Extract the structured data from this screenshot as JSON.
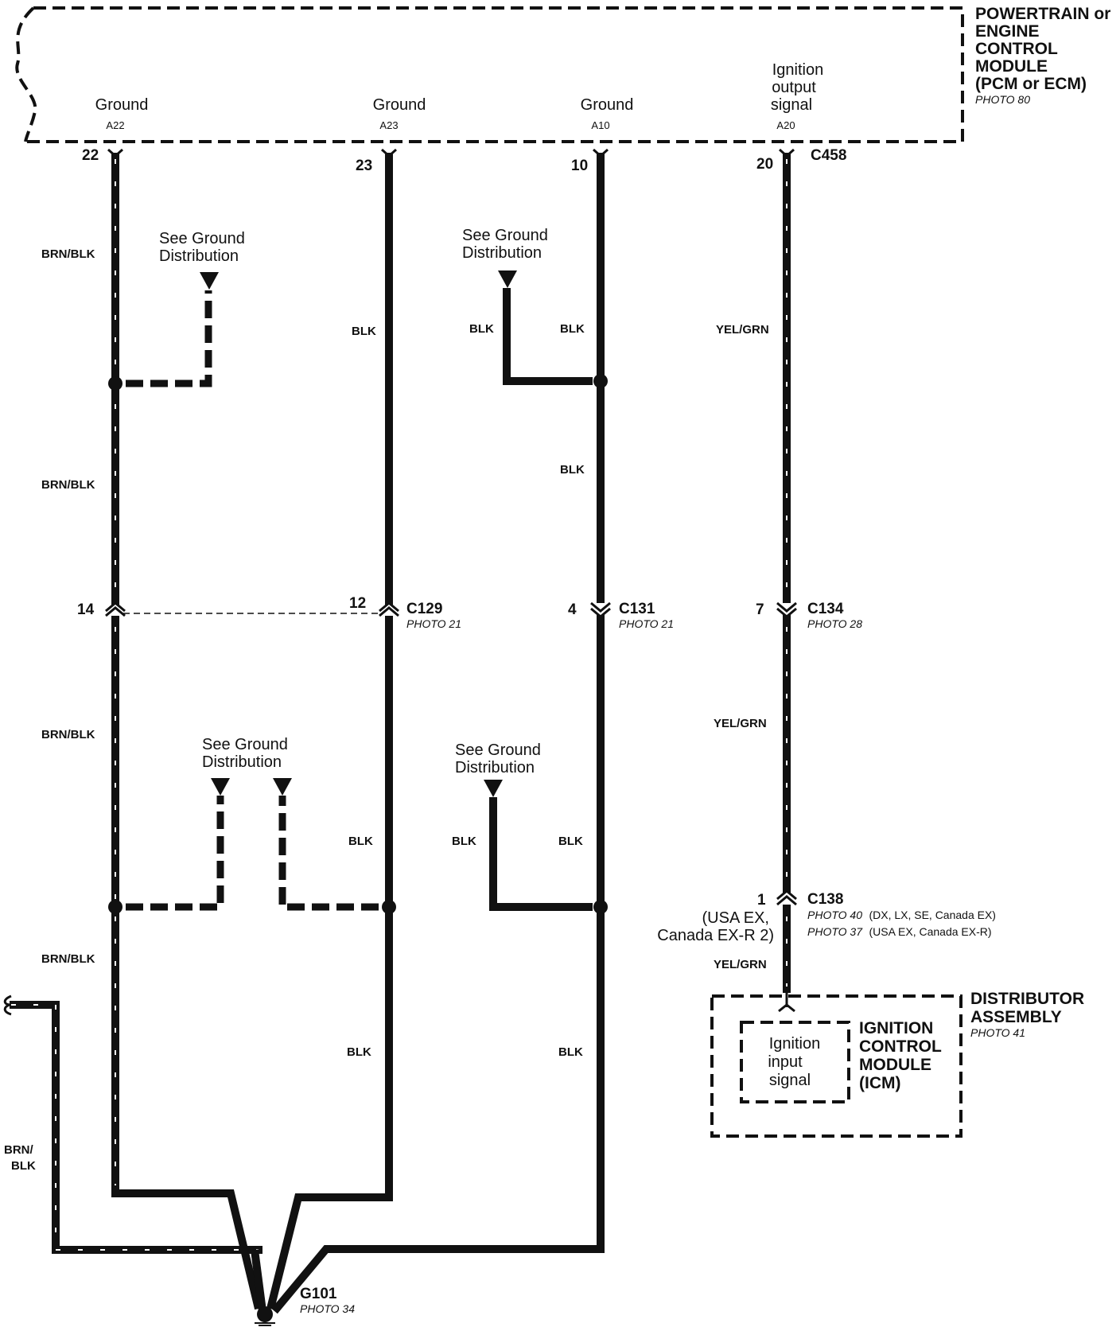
{
  "pcm": {
    "title_lines": [
      "POWERTRAIN or",
      "ENGINE",
      "CONTROL",
      "MODULE",
      "(PCM or ECM)"
    ],
    "photo": "PHOTO 80",
    "pins": [
      {
        "name": "Ground",
        "pin": "A22"
      },
      {
        "name": "Ground",
        "pin": "A23"
      },
      {
        "name": "Ground",
        "pin": "A10"
      },
      {
        "name_lines": [
          "Ignition",
          "output",
          "signal"
        ],
        "pin": "A20"
      }
    ],
    "connector": "C458",
    "terminals": [
      "22",
      "23",
      "10",
      "20"
    ]
  },
  "ground_ref": {
    "lines": [
      "See Ground",
      "Distribution"
    ]
  },
  "wire_colors": {
    "brn_blk": "BRN/BLK",
    "blk": "BLK",
    "yel_grn": "YEL/GRN",
    "brn_blk_split": [
      "BRN/",
      "BLK"
    ]
  },
  "connectors": {
    "c129": {
      "name": "C129",
      "photo": "PHOTO 21",
      "pin_left": "14",
      "pin_right": "12"
    },
    "c131": {
      "name": "C131",
      "photo": "PHOTO 21",
      "pin": "4"
    },
    "c134": {
      "name": "C134",
      "photo": "PHOTO 28",
      "pin": "7"
    },
    "c138": {
      "name": "C138",
      "pin": "1",
      "note_lines": [
        "(USA EX,",
        "Canada EX-R 2)"
      ],
      "photo_lines": [
        {
          "photo": "PHOTO 40",
          "note": "(DX, LX, SE, Canada EX)"
        },
        {
          "photo": "PHOTO 37",
          "note": "(USA EX, Canada EX-R)"
        }
      ]
    }
  },
  "distributor": {
    "title_lines": [
      "DISTRIBUTOR",
      "ASSEMBLY"
    ],
    "photo": "PHOTO 41",
    "icm_lines": [
      "IGNITION",
      "CONTROL",
      "MODULE",
      "(ICM)"
    ],
    "input_lines": [
      "Ignition",
      "input",
      "signal"
    ]
  },
  "ground": {
    "name": "G101",
    "photo": "PHOTO 34"
  }
}
